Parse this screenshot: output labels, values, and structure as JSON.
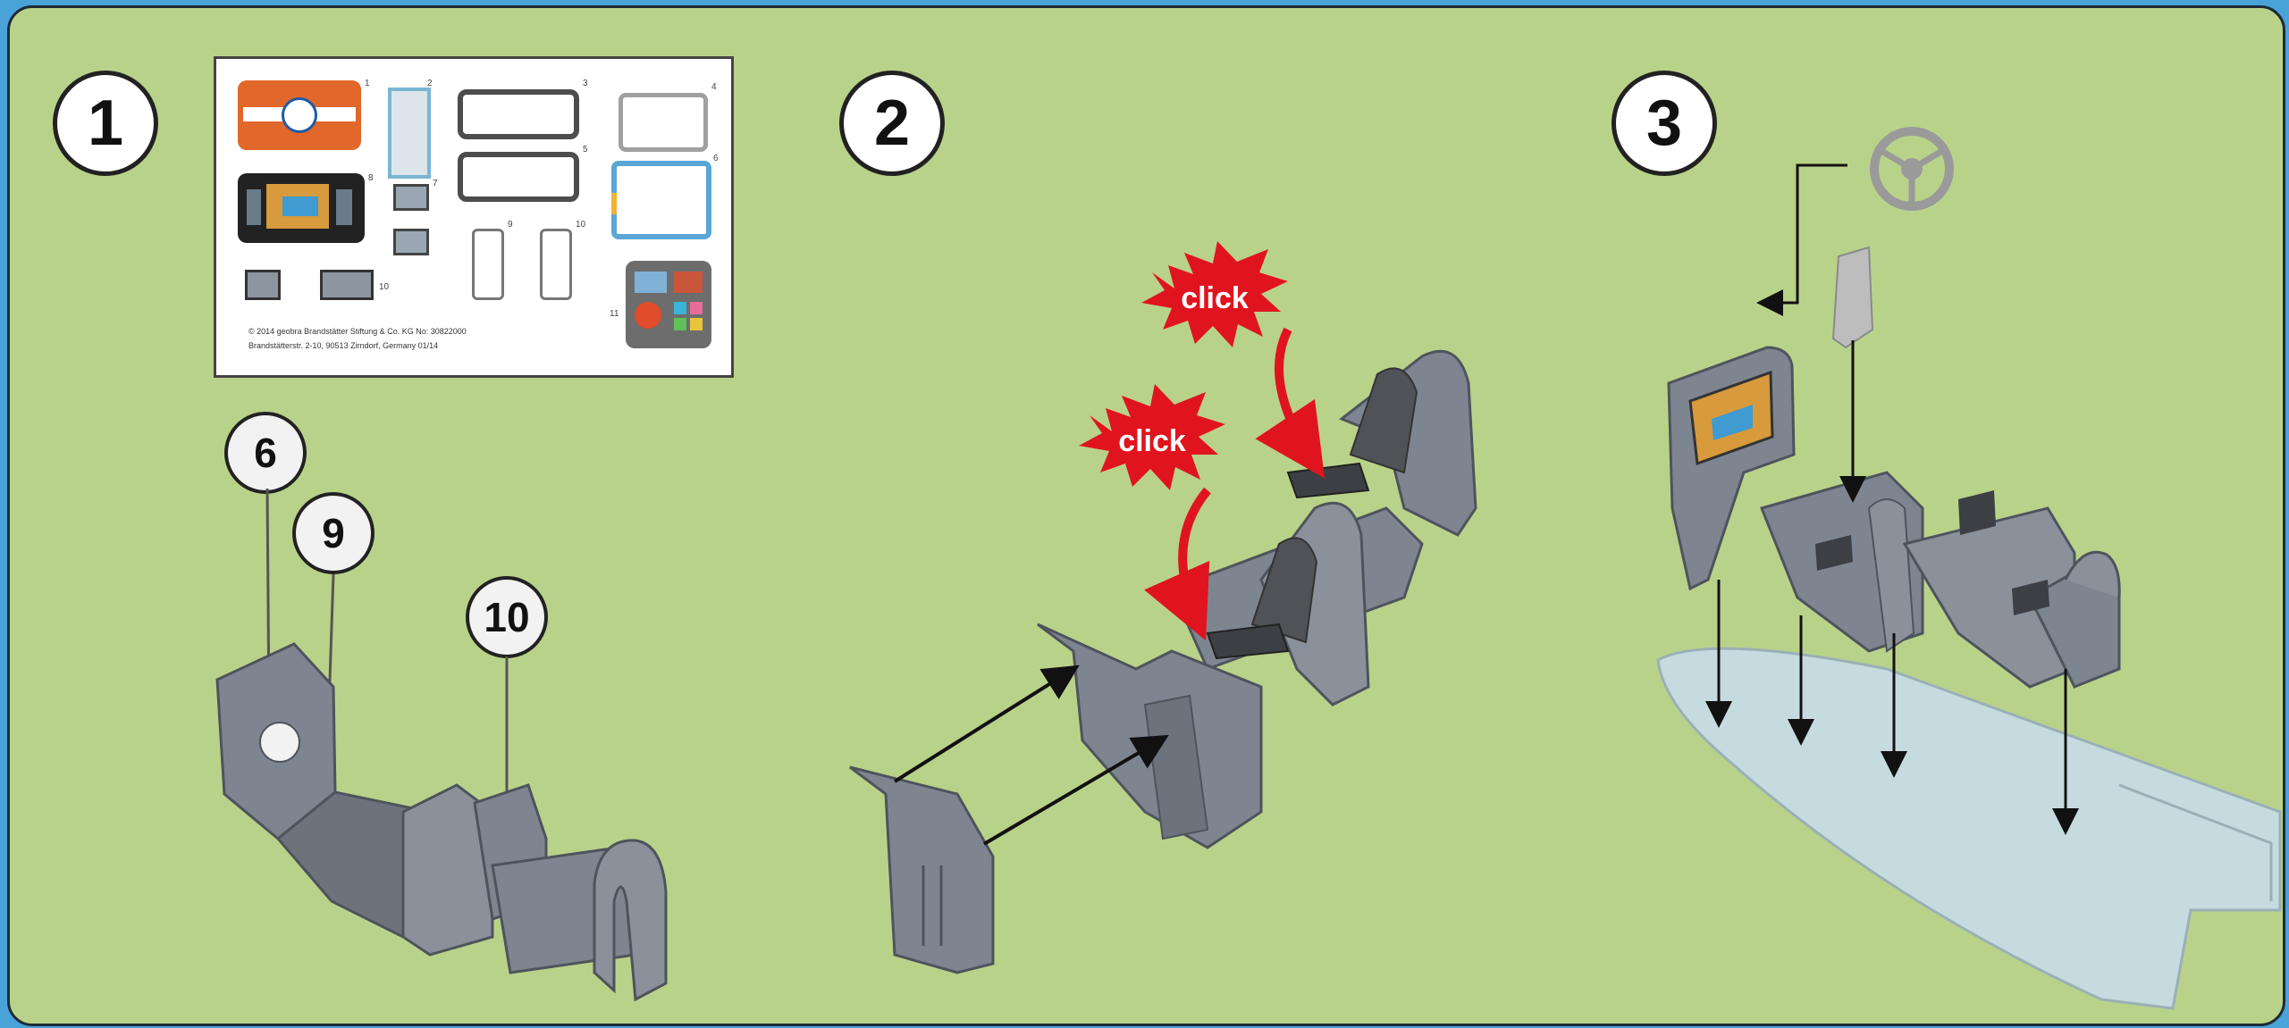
{
  "steps": [
    {
      "number": "1"
    },
    {
      "number": "2"
    },
    {
      "number": "3"
    }
  ],
  "callouts": [
    "6",
    "9",
    "10"
  ],
  "sticker_sheet": {
    "numbers": [
      "1",
      "2",
      "3",
      "4",
      "5",
      "6",
      "7",
      "8",
      "9",
      "10",
      "11"
    ],
    "fineprint_line1": "© 2014 geobra Brandstätter Stiftung & Co. KG    No: 30822000",
    "fineprint_line2": "Brandstätterstr. 2-10, 90513 Zirndorf, Germany          01/14"
  },
  "click_label": "click",
  "colors": {
    "background": "#b9d28a",
    "border_outer": "#4aa3d8",
    "part_gray": "#7d8591",
    "burst_red": "#e0141e",
    "base_plate": "#c6dbe0"
  }
}
